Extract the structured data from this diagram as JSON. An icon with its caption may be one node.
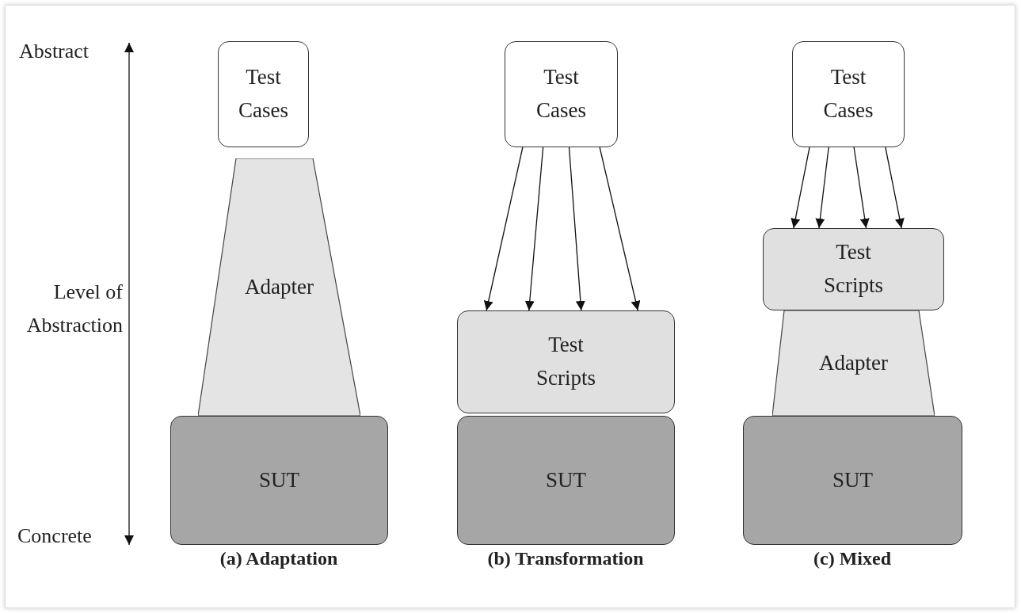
{
  "diagram": {
    "nodes": [
      {
        "text": [
          "Test Cases"
        ]
      },
      {
        "text": [
          "Adapter"
        ]
      },
      {
        "text": [
          "SUT"
        ]
      },
      {
        "text": [
          "Test Cases"
        ]
      },
      {
        "text": [
          "Test Scripts"
        ]
      },
      {
        "text": [
          "SUT"
        ]
      },
      {
        "text": [
          "Test Cases"
        ]
      },
      {
        "text": [
          "Test Scripts"
        ]
      },
      {
        "text": [
          "Adapter"
        ]
      },
      {
        "text": [
          "SUT"
        ]
      }
    ],
    "edges": [
      {
        "from": 3,
        "to": 4,
        "arrow": "to"
      },
      {
        "from": 3,
        "to": 4,
        "arrow": "to"
      },
      {
        "from": 3,
        "to": 4,
        "arrow": "to"
      },
      {
        "from": 3,
        "to": 4,
        "arrow": "to"
      },
      {
        "from": 6,
        "to": 7,
        "arrow": "to"
      },
      {
        "from": 6,
        "to": 7,
        "arrow": "to"
      },
      {
        "from": 6,
        "to": 7,
        "arrow": "to"
      },
      {
        "from": 6,
        "to": 7,
        "arrow": "to"
      }
    ],
    "labels": [
      "Abstract",
      "Level of Abstraction",
      "Concrete",
      "(a) Adaptation",
      "(b) Transformation",
      "(c) Mixed"
    ]
  }
}
